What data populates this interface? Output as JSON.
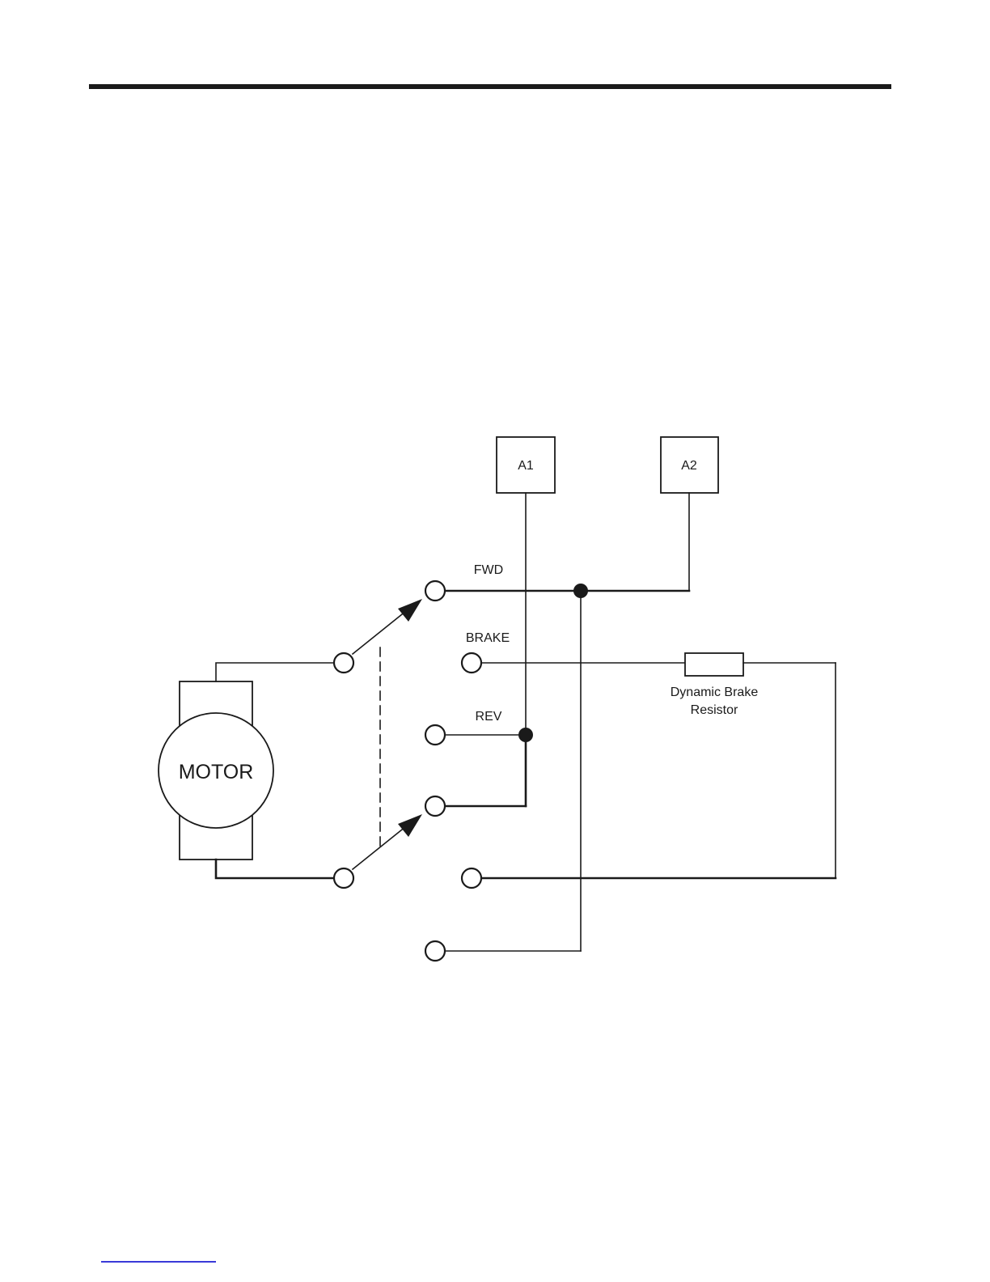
{
  "diagram": {
    "terminals": {
      "a1": "A1",
      "a2": "A2"
    },
    "contacts": {
      "fwd": "FWD",
      "brake": "BRAKE",
      "rev": "REV"
    },
    "motor_label": "MOTOR",
    "resistor_label_line1": "Dynamic Brake",
    "resistor_label_line2": "Resistor"
  },
  "colors": {
    "ink": "#1a1a1a",
    "link_underline": "#3a3ad8"
  }
}
